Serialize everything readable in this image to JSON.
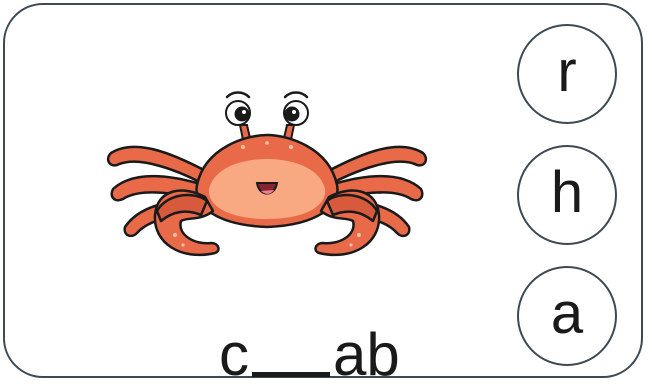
{
  "word": {
    "prefix": "c",
    "suffix": "ab"
  },
  "choices": [
    {
      "letter": "r"
    },
    {
      "letter": "h"
    },
    {
      "letter": "a"
    }
  ],
  "picture": {
    "icon": "crab-icon",
    "body_color": "#e86a48",
    "belly_color": "#f8a982",
    "outline_color": "#1a1a1a"
  }
}
